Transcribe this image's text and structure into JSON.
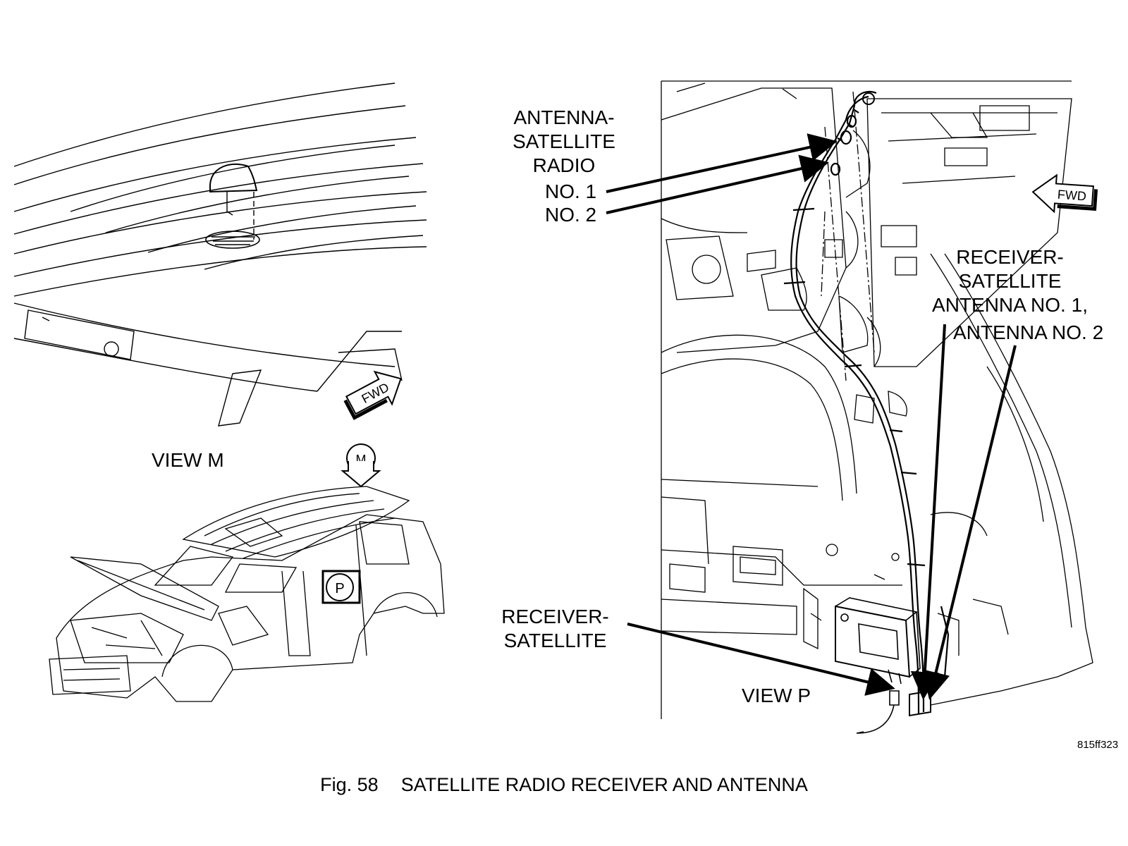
{
  "figure": {
    "number": "Fig. 58",
    "title": "SATELLITE RADIO RECEIVER AND ANTENNA",
    "drawing_id": "815ff323"
  },
  "view_m": {
    "label": "VIEW M",
    "view_marker": "M",
    "fwd_arrow": "FWD"
  },
  "vehicle": {
    "view_marker": "P"
  },
  "view_p": {
    "label": "VIEW P",
    "fwd_arrow": "FWD",
    "callouts": {
      "antenna_lines": [
        "ANTENNA-",
        "SATELLITE",
        "RADIO"
      ],
      "antenna_no1": "NO. 1",
      "antenna_no2": "NO. 2",
      "receiver_antenna_lines": [
        "RECEIVER-",
        "SATELLITE",
        "ANTENNA NO. 1,",
        "ANTENNA NO. 2"
      ],
      "receiver_lines": [
        "RECEIVER-",
        "SATELLITE"
      ]
    }
  }
}
